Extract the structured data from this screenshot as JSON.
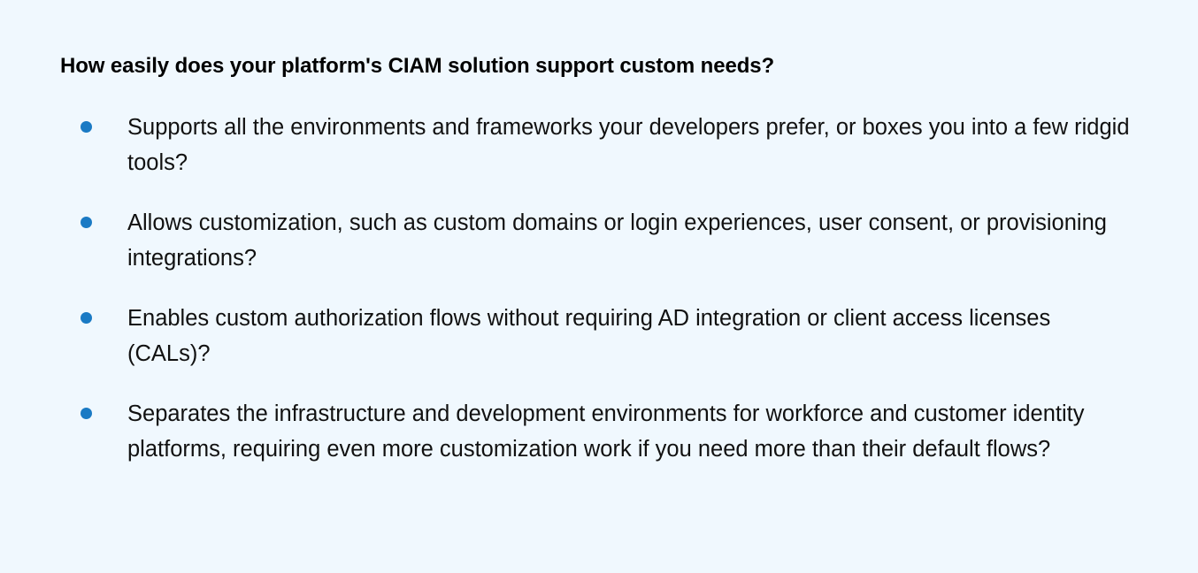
{
  "heading": "How easily does your platform's CIAM solution support custom needs?",
  "bullet_color": "#1a7ac4",
  "items": [
    {
      "text": "Supports all the environments and frameworks your developers prefer, or boxes you into a few ridgid tools?"
    },
    {
      "text": "Allows customization, such as custom domains or login experiences, user consent, or provisioning integrations?"
    },
    {
      "text": "Enables custom authorization flows without requiring AD integration or client access licenses (CALs)?"
    },
    {
      "text": "Separates the infrastructure and development environments for workforce and customer identity platforms, requiring even more customization work if you need more than their default flows?"
    }
  ]
}
